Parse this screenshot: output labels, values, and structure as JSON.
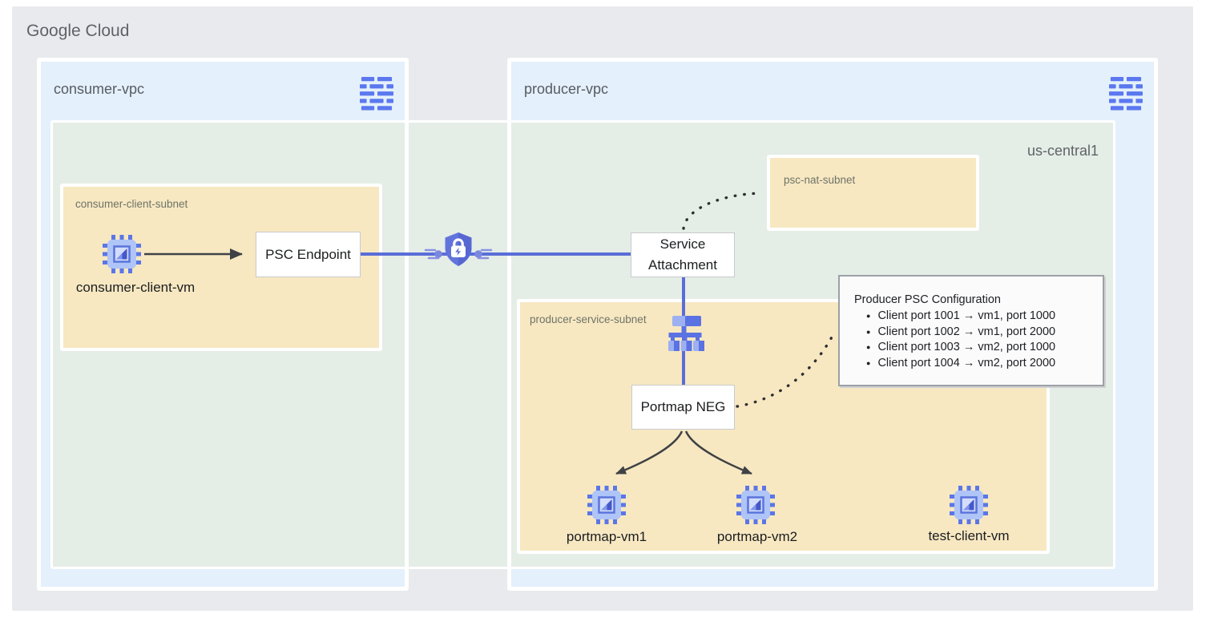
{
  "google_cloud": {
    "title": "Google Cloud"
  },
  "vpcs": {
    "consumer": {
      "label": "consumer-vpc",
      "icon": "vpc-network-icon"
    },
    "producer": {
      "label": "producer-vpc",
      "icon": "vpc-network-icon"
    }
  },
  "region": {
    "label": "us-central1"
  },
  "subnets": {
    "consumer_client": {
      "label": "consumer-client-subnet"
    },
    "psc_nat": {
      "label": "psc-nat-subnet"
    },
    "producer_service": {
      "label": "producer-service-subnet"
    }
  },
  "nodes": {
    "consumer_client_vm": {
      "label": "consumer-client-vm",
      "icon": "compute-vm-icon"
    },
    "psc_endpoint": {
      "label": "PSC Endpoint"
    },
    "psc_connection": {
      "icon": "psc-shield-lock-icon"
    },
    "service_attachment": {
      "label": "Service Attachment"
    },
    "load_balancer": {
      "icon": "load-balancer-icon"
    },
    "portmap_neg": {
      "label": "Portmap NEG"
    },
    "portmap_vm1": {
      "label": "portmap-vm1",
      "icon": "compute-vm-icon"
    },
    "portmap_vm2": {
      "label": "portmap-vm2",
      "icon": "compute-vm-icon"
    },
    "test_client_vm": {
      "label": "test-client-vm",
      "icon": "compute-vm-icon"
    }
  },
  "config_note": {
    "title": "Producer PSC Configuration",
    "items": [
      "Client port 1001 → vm1, port 1000",
      "Client port 1002 → vm1, port 2000",
      "Client port 1003 → vm2, port 1000",
      "Client port 1004 → vm2, port 2000"
    ]
  },
  "colors": {
    "canvas_bg": "#E9EAED",
    "vpc_bg": "#E4F0FB",
    "region_bg": "#E5EDE7",
    "subnet_bg": "#F7E8C2",
    "connection_blue": "#5A6ED8",
    "icon_blue": "#5B78F0",
    "arrow_gray": "#3F4245",
    "note_border": "#9CA1A6"
  }
}
